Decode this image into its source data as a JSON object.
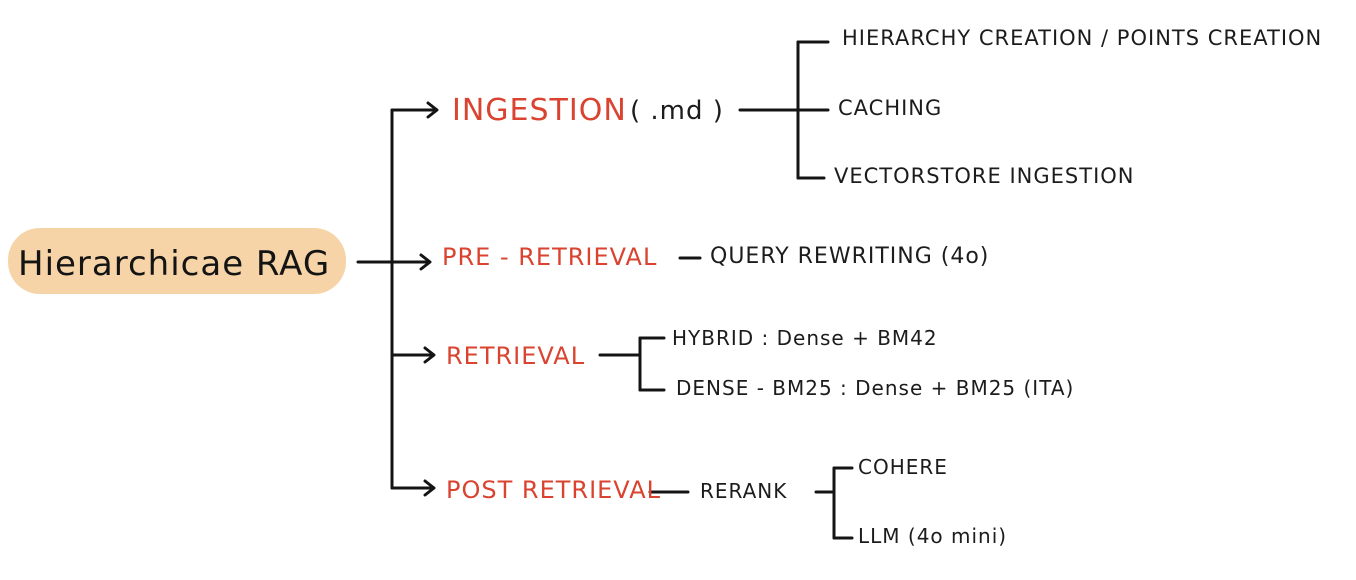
{
  "root": {
    "label": "Hierarchicae RAG",
    "highlight_color": "#f5cf9e"
  },
  "colors": {
    "stage": "#d9432f",
    "text": "#141414"
  },
  "stages": {
    "ingestion": {
      "label": "INGESTION",
      "suffix": "( .md )",
      "children": [
        "HIERARCHY CREATION / POINTS CREATION",
        "CACHING",
        "VECTORSTORE INGESTION"
      ]
    },
    "pre_retrieval": {
      "label": "PRE - RETRIEVAL",
      "children": [
        "QUERY REWRITING (4o)"
      ]
    },
    "retrieval": {
      "label": "RETRIEVAL",
      "children": [
        "HYBRID : Dense + BM42",
        "DENSE - BM25 : Dense + BM25 (ITA)"
      ]
    },
    "post_retrieval": {
      "label": "POST RETRIEVAL",
      "step": "RERANK",
      "children": [
        "COHERE",
        "LLM (4o mini)"
      ]
    }
  }
}
